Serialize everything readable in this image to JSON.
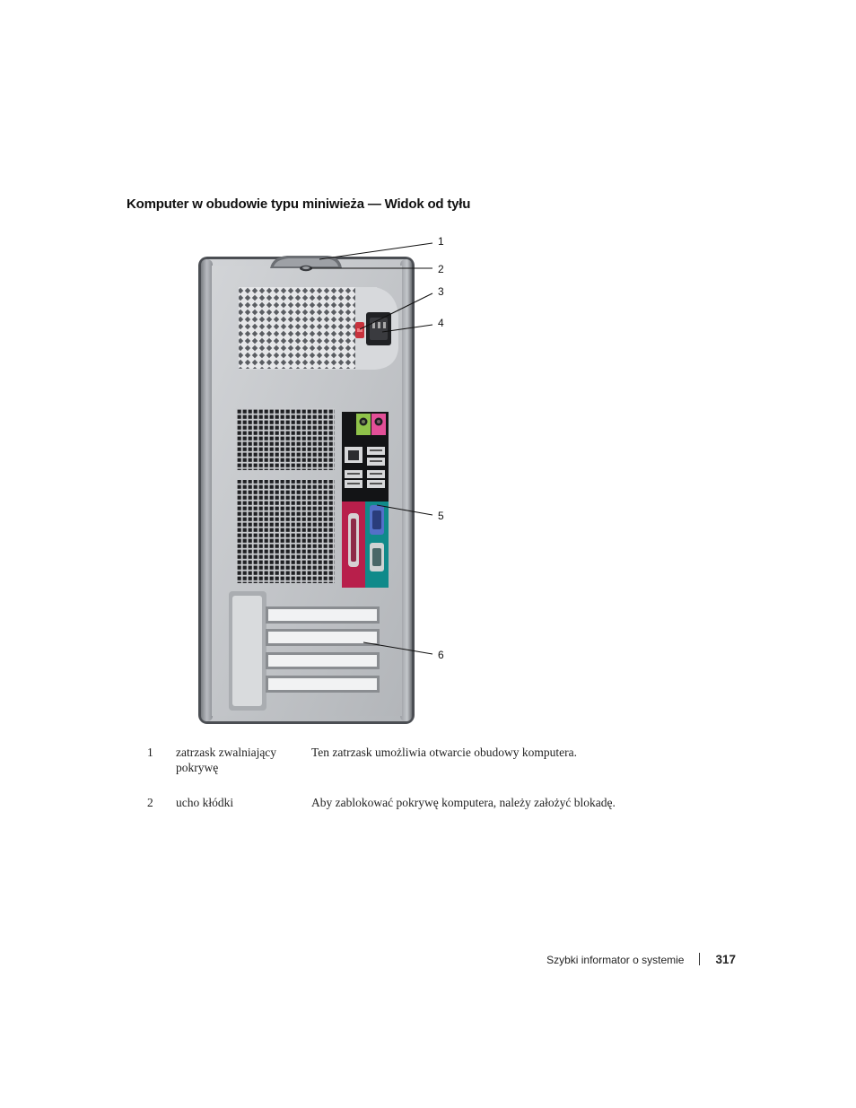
{
  "section": {
    "title": "Komputer w obudowie typu miniwieża — Widok od tyłu"
  },
  "figure": {
    "callouts": [
      "1",
      "2",
      "3",
      "4",
      "5",
      "6"
    ]
  },
  "legend": [
    {
      "num": "1",
      "term": "zatrzask zwalniający pokrywę",
      "desc": "Ten zatrzask umożliwia otwarcie obudowy komputera."
    },
    {
      "num": "2",
      "term": "ucho kłódki",
      "desc": "Aby zablokować pokrywę komputera, należy założyć blokadę."
    }
  ],
  "footer": {
    "text": "Szybki informator o systemie",
    "page": "317"
  }
}
